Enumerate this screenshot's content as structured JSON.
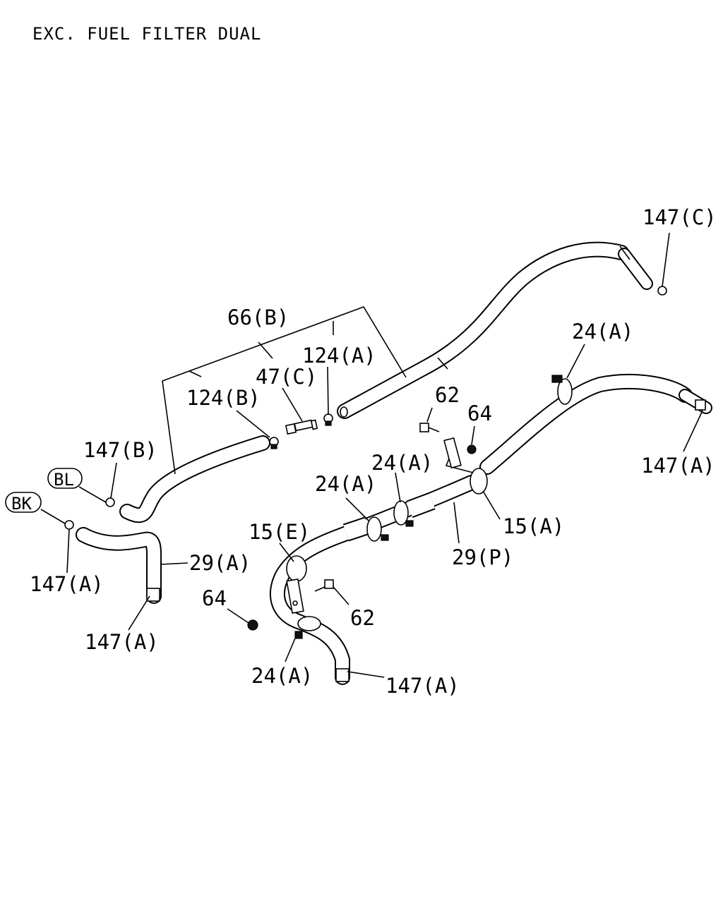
{
  "title": "EXC. FUEL FILTER DUAL",
  "callouts": {
    "p147C": "147(C)",
    "p24A_top": "24(A)",
    "p147A_right": "147(A)",
    "p66B": "66(B)",
    "p47C": "47(C)",
    "p124A": "124(A)",
    "p124B": "124(B)",
    "p62_top": "62",
    "p64_top": "64",
    "p24A_mid": "24(A)",
    "p24A_left": "24(A)",
    "p147B": "147(B)",
    "p15A": "15(A)",
    "p15E": "15(E)",
    "p29P": "29(P)",
    "p29A": "29(A)",
    "p147A_left": "147(A)",
    "p147A_lower": "147(A)",
    "p64_low": "64",
    "p62_low": "62",
    "p24A_low": "24(A)",
    "p147A_bottom": "147(A)"
  },
  "connectors": {
    "BL": "BL",
    "BK": "BK"
  }
}
